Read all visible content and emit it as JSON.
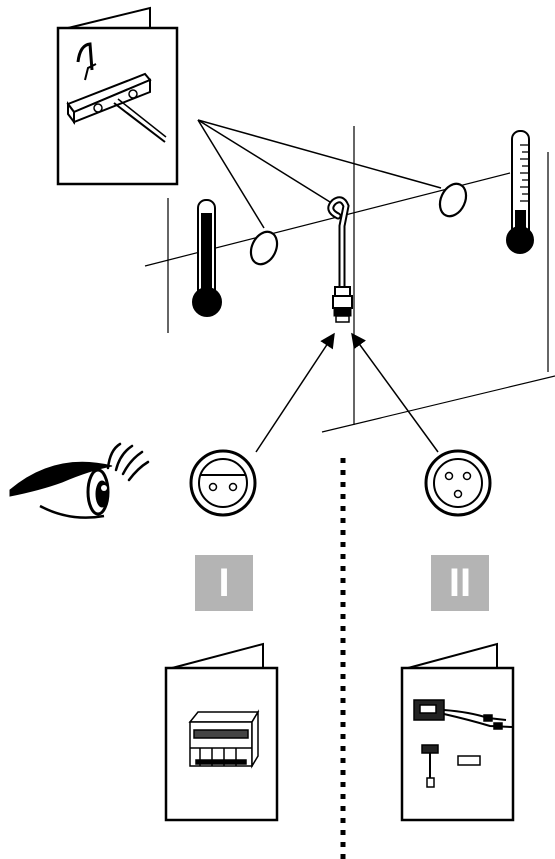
{
  "options": {
    "left": {
      "label": "I",
      "socket": "two-pin-socket",
      "manual": "control-unit-manual"
    },
    "right": {
      "label": "II",
      "socket": "three-pin-socket",
      "manual": "sensor-kit-manual"
    }
  },
  "icons": [
    "probe-manual-icon",
    "thermometer-icon",
    "temperature-probe-icon",
    "eye-icon",
    "two-pin-socket-icon",
    "three-pin-socket-icon",
    "din-rail-module-icon",
    "sensor-kit-icon"
  ],
  "colors": {
    "ink": "#000000",
    "badge": "#b4b4b4",
    "badge_text": "#ffffff"
  }
}
